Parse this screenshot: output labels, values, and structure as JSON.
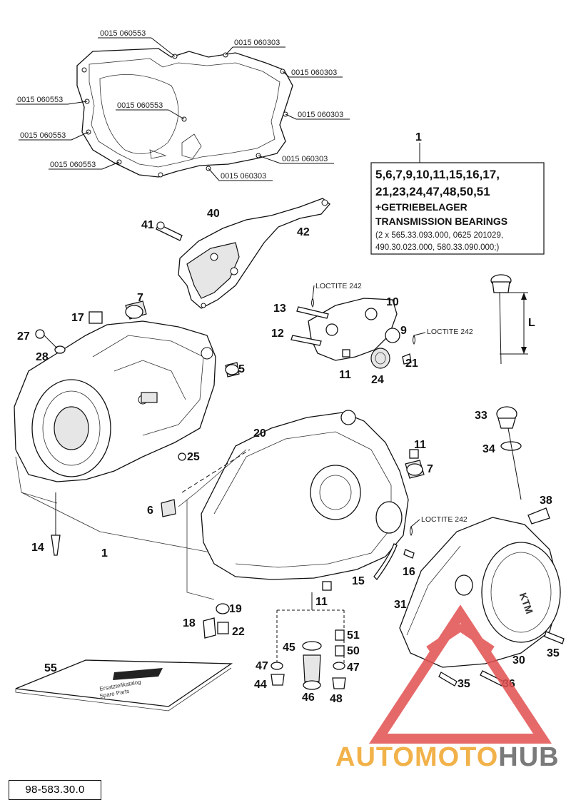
{
  "diagram": {
    "gasket_part_numbers": [
      "0015 060553",
      "0015 060303",
      "0015 060303",
      "0015 060553",
      "0015 060303",
      "0015 060553",
      "0015 060553",
      "0015 060303",
      "0015 060553",
      "0015 060303"
    ],
    "info_box": {
      "ref": "1",
      "line1": "5,6,7,9,10,11,15,16,17,",
      "line2": "21,23,24,47,48,50,51",
      "line3": "+GETRIEBELAGER",
      "line4": "TRANSMISSION BEARINGS",
      "line5": "(2 x 565.33.093.000, 0625 201029,",
      "line6": "490.30.023.000, 580.33.090.000;)"
    },
    "loctite_labels": [
      "LOCTITE 242",
      "LOCTITE 242",
      "LOCTITE 242"
    ],
    "dipstick_dimension": "L",
    "callouts": {
      "c40": "40",
      "c41": "41",
      "c42": "42",
      "c7a": "7",
      "c17": "17",
      "c27": "27",
      "c28": "28",
      "c5": "5",
      "c13": "13",
      "c12": "12",
      "c10": "10",
      "c9": "9",
      "c21": "21",
      "c11a": "11",
      "c24": "24",
      "c33": "33",
      "c34": "34",
      "c20": "20",
      "c11b": "11",
      "c7b": "7",
      "c25": "25",
      "c6": "6",
      "c14": "14",
      "c1": "1",
      "c38": "38",
      "c15": "15",
      "c16": "16",
      "c31": "31",
      "c11c": "11",
      "c18": "18",
      "c19": "19",
      "c22": "22",
      "c45": "45",
      "c51": "51",
      "c50": "50",
      "c47a": "47",
      "c47b": "47",
      "c44": "44",
      "c46": "46",
      "c48": "48",
      "c55": "55",
      "c30": "30",
      "c35a": "35",
      "c35b": "35",
      "c36": "36"
    },
    "manual_cover_text_1": "Ersatzteilkatalog",
    "manual_cover_text_2": "Spare Parts"
  },
  "footer_code": "98-583.30.0",
  "watermark": {
    "part1": "AUTOMOTO",
    "part2": "HUB",
    "color_accent": "#f2b24a",
    "color_gray": "#7a7a7a",
    "triangle_color": "#e25050"
  }
}
